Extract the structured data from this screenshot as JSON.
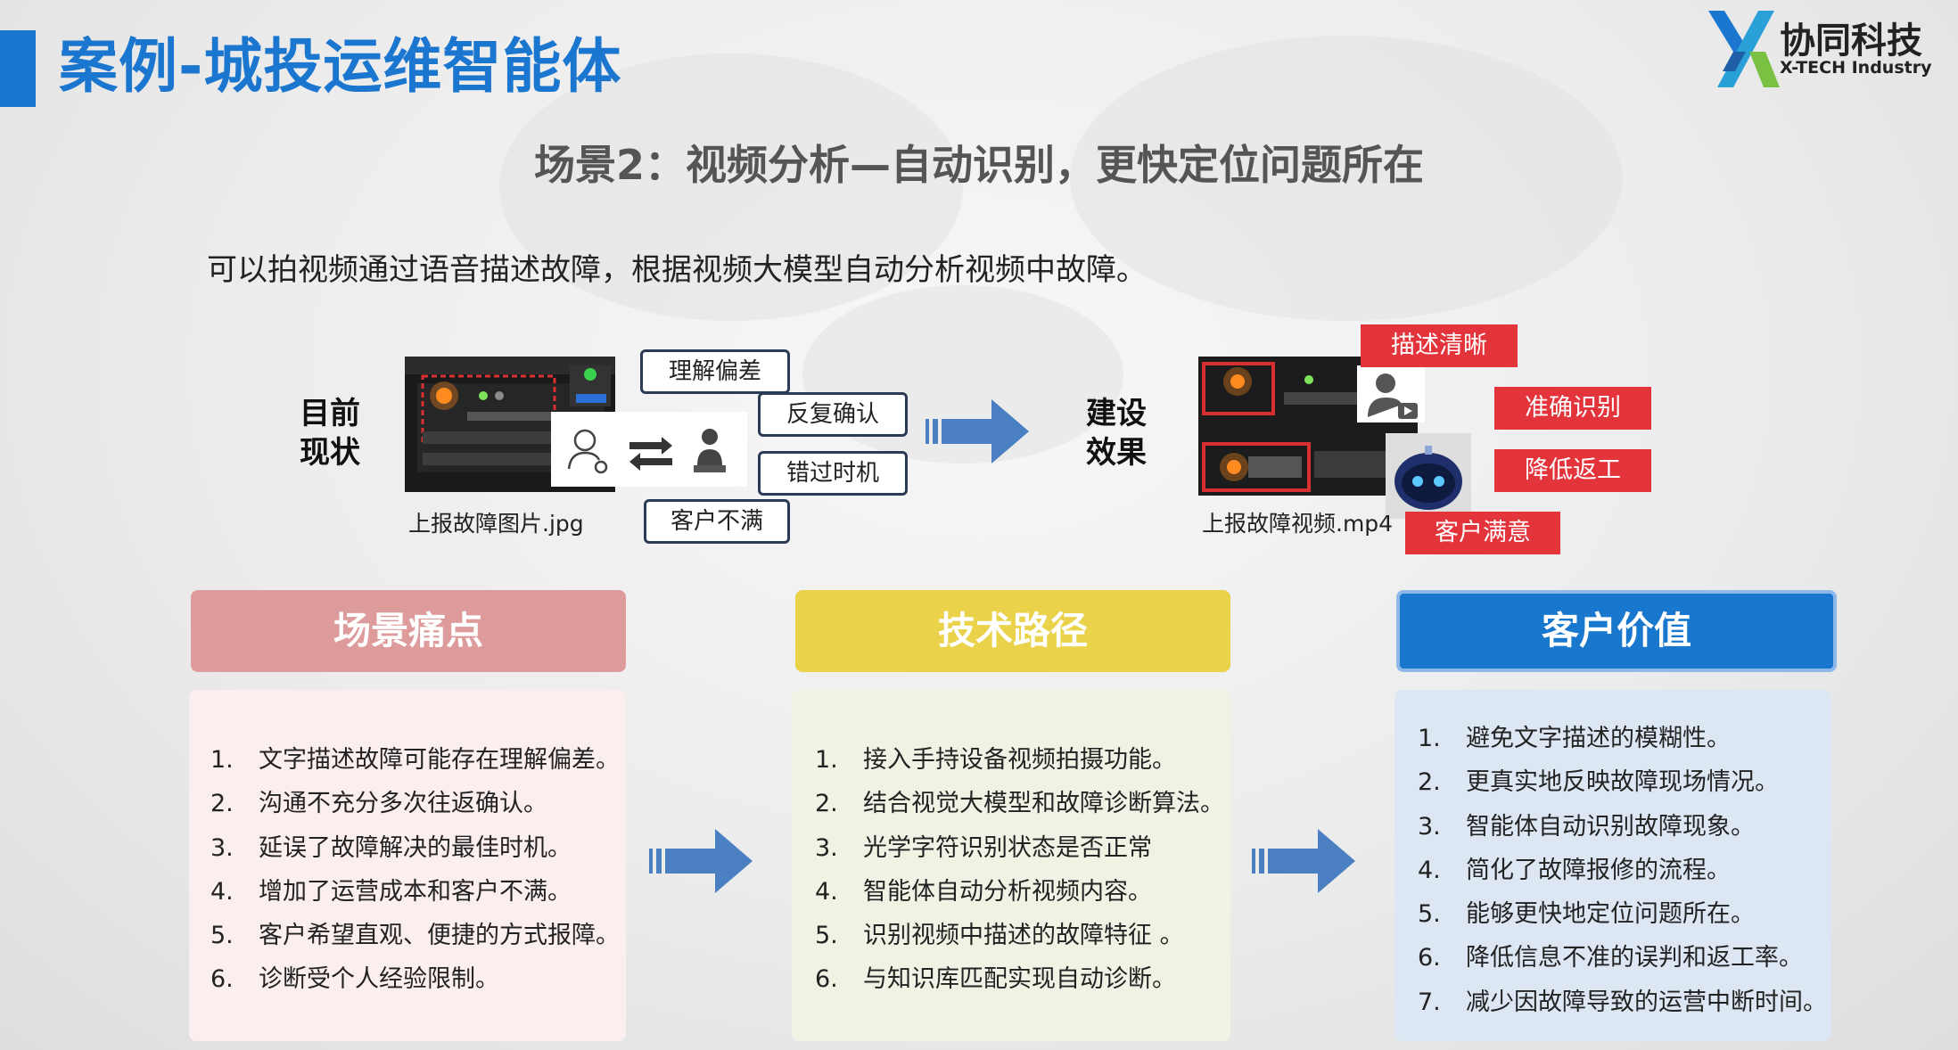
{
  "header": {
    "title": "案例-城投运维智能体",
    "subtitle": "场景2：视频分析—自动识别，更快定位问题所在",
    "description": "可以拍视频通过语音描述故障，根据视频大模型自动分析视频中故障。"
  },
  "logo": {
    "name_cn": "协同科技",
    "name_en": "X-TECH Industry"
  },
  "current": {
    "label_line1": "目前",
    "label_line2": "现状",
    "caption": "上报故障图片.jpg",
    "tags": [
      "理解偏差",
      "反复确认",
      "错过时机",
      "客户不满"
    ]
  },
  "future": {
    "label_line1": "建设",
    "label_line2": "效果",
    "caption": "上报故障视频.mp4",
    "tags": [
      "描述清晰",
      "准确识别",
      "降低返工",
      "客户满意"
    ]
  },
  "columns": [
    {
      "title": "场景痛点",
      "items": [
        {
          "num": "1.",
          "text": "文字描述故障可能存在理解偏差。"
        },
        {
          "num": "2.",
          "text": "沟通不充分多次往返确认。"
        },
        {
          "num": "3.",
          "text": "延误了故障解决的最佳时机。"
        },
        {
          "num": "4.",
          "text": "增加了运营成本和客户不满。"
        },
        {
          "num": "5.",
          "text": "客户希望直观、便捷的方式报障。"
        },
        {
          "num": "6.",
          "text": "诊断受个人经验限制。"
        }
      ]
    },
    {
      "title": "技术路径",
      "items": [
        {
          "num": "1.",
          "text": "接入手持设备视频拍摄功能。"
        },
        {
          "num": "2.",
          "text": "结合视觉大模型和故障诊断算法。"
        },
        {
          "num": "3.",
          "text": "光学字符识别状态是否正常"
        },
        {
          "num": "4.",
          "text": "智能体自动分析视频内容。"
        },
        {
          "num": "5.",
          "text": "识别视频中描述的故障特征 。"
        },
        {
          "num": "6.",
          "text": "与知识库匹配实现自动诊断。"
        }
      ]
    },
    {
      "title": "客户价值",
      "items": [
        {
          "num": "1.",
          "text": "避免文字描述的模糊性。"
        },
        {
          "num": "2.",
          "text": "更真实地反映故障现场情况。"
        },
        {
          "num": "3.",
          "text": "智能体自动识别故障现象。"
        },
        {
          "num": "4.",
          "text": "简化了故障报修的流程。"
        },
        {
          "num": "5.",
          "text": "能够更快地定位问题所在。"
        },
        {
          "num": "6.",
          "text": "降低信息不准的误判和返工率。"
        },
        {
          "num": "7.",
          "text": "减少因故障导致的运营中断时间。"
        }
      ]
    }
  ],
  "colors": {
    "brand_blue": "#1a76cf",
    "pain_header": "#dd9b9b",
    "tech_header": "#ead24a",
    "value_header": "#1778cd",
    "tag_red": "#e4343b",
    "arrow_blue": "#4a7fc1"
  }
}
